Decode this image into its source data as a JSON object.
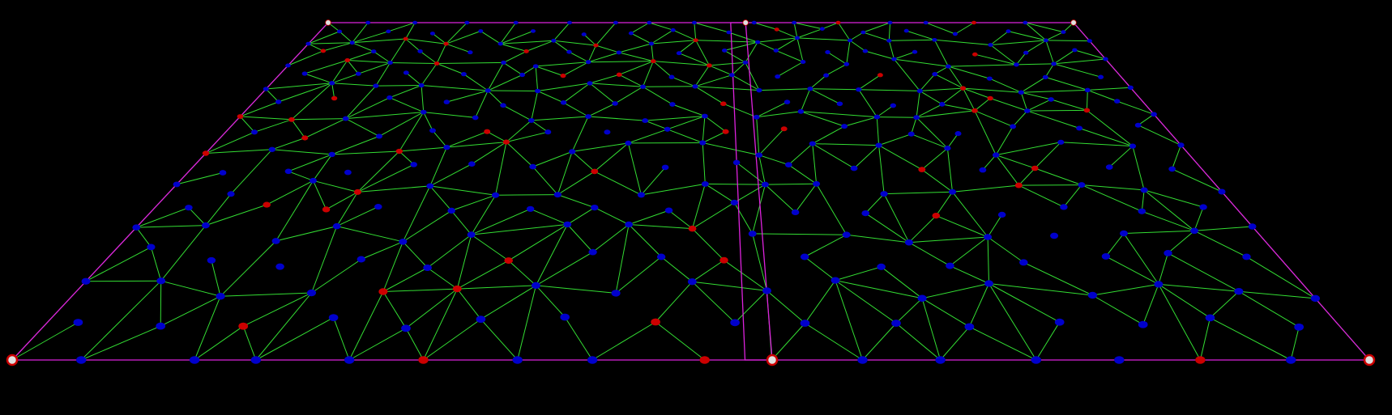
{
  "colors": {
    "background": "#000000",
    "edge": "#33dd33",
    "outline": "#dd22dd",
    "node_regular": "#0000cc",
    "node_marked": "#cc0000",
    "node_corner": "#e0e0e0"
  },
  "view": {
    "perspective": "ground-plane",
    "near_depth": 1.0,
    "far_depth": 2.1,
    "node_size": 9.0
  },
  "mesh": {
    "cols": 16,
    "rows": 9,
    "jitter": 0.38,
    "seed": 4127,
    "red_probability": 0.17
  },
  "regions": {
    "left_patch": {
      "u_range": [
        0.0,
        0.56
      ],
      "v_range": [
        0.0,
        1.0
      ]
    },
    "right_patch": {
      "u_range": [
        0.54,
        1.0
      ],
      "v_range": [
        0.0,
        1.0
      ]
    }
  }
}
